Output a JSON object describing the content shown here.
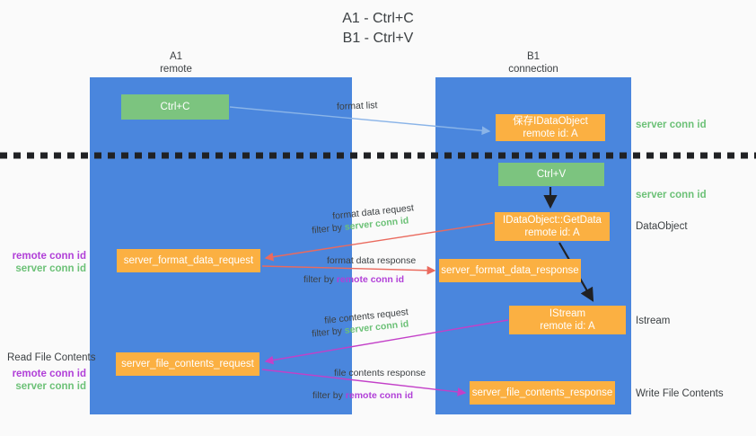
{
  "title": "A1 - Ctrl+C\nB1 - Ctrl+V",
  "title_line1": "A1 - Ctrl+C",
  "title_line2": "B1 - Ctrl+V",
  "colors": {
    "background": "#fafafa",
    "lane": "#4a86dd",
    "green_node": "#7cc47f",
    "orange_node": "#fbb042",
    "green_text": "#6cc177",
    "purple_text": "#b140d8",
    "text": "#3c4043",
    "arrow_blue": "#8ab4e8",
    "arrow_red": "#ea6a5e",
    "arrow_magenta": "#c340c8",
    "arrow_black": "#202124",
    "divider": "#202124"
  },
  "lanes": [
    {
      "id": "a1",
      "title": "A1",
      "subtitle": "remote"
    },
    {
      "id": "b1",
      "title": "B1",
      "subtitle": "connection"
    }
  ],
  "nodes": {
    "ctrl_c": {
      "line1": "Ctrl+C",
      "line2": ""
    },
    "idataobject": {
      "line1": "保存IDataObject",
      "line2": "remote id: A"
    },
    "ctrl_v": {
      "line1": "Ctrl+V",
      "line2": ""
    },
    "getdata": {
      "line1": "IDataObject::GetData",
      "line2": "remote id: A"
    },
    "istream": {
      "line1": "IStream",
      "line2": "remote id: A"
    },
    "format_data_request": {
      "line1": "server_format_data_request"
    },
    "format_data_response": {
      "line1": "server_format_data_response"
    },
    "file_contents_request": {
      "line1": "server_file_contents_request"
    },
    "file_contents_response": {
      "line1": "server_file_contents_response"
    }
  },
  "side_notes": {
    "server_conn_id_top": "server conn id",
    "server_conn_id_mid": "server conn id",
    "dataobject": "DataObject",
    "istream": "Istream",
    "write_file_contents": "Write File Contents"
  },
  "left_notes": {
    "read_file_contents": "Read File Contents",
    "remote_conn_id": "remote conn id",
    "server_conn_id": "server conn id"
  },
  "edge_labels": {
    "format_list": "format list",
    "format_data_request": "format data request",
    "format_data_request_filter_prefix": "filter by ",
    "format_data_request_filter_value": "server conn id",
    "format_data_response": "format data response",
    "format_data_response_filter_prefix": "filter by ",
    "format_data_response_filter_value": "remote conn id",
    "file_contents_request": "file contents request",
    "file_contents_request_filter_prefix": "filter by ",
    "file_contents_request_filter_value": "server conn id",
    "file_contents_response": "file contents response",
    "file_contents_response_filter_prefix": "filter by ",
    "file_contents_response_filter_value": "remote conn id"
  }
}
